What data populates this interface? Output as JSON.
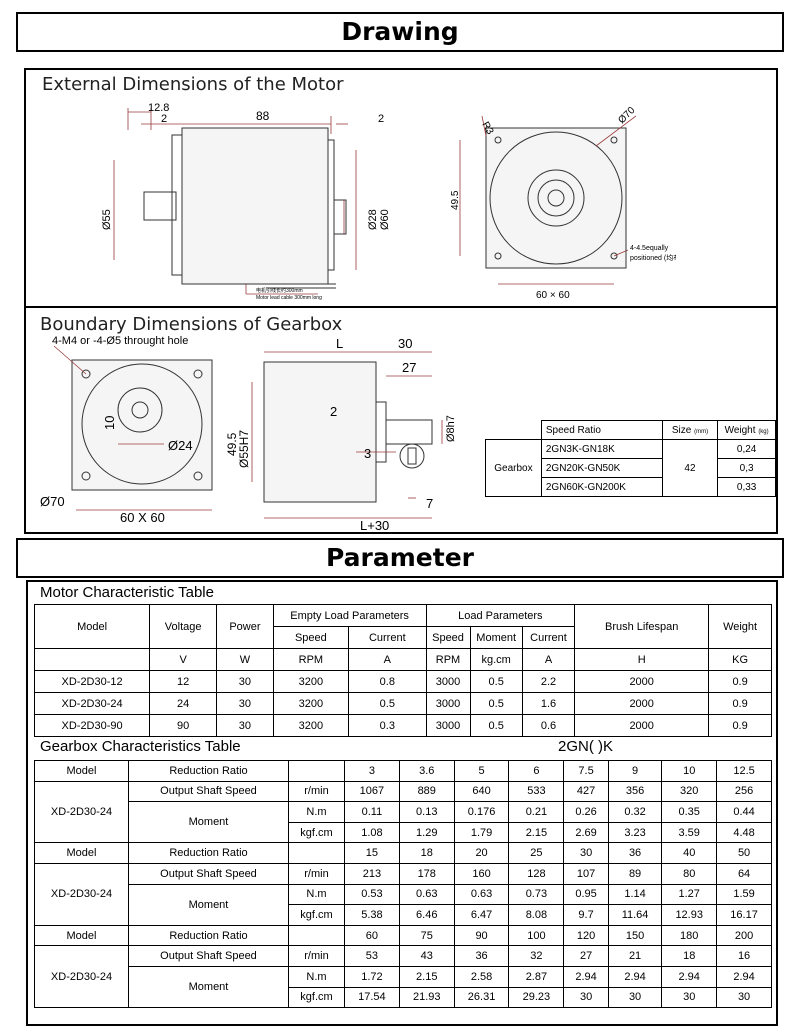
{
  "drawing": {
    "title": "Drawing",
    "external_title": "External Dimensions of the Motor",
    "gearbox_title": "Boundary Dimensions of Gearbox",
    "motor_dims": {
      "d12_8": "12.8",
      "d2a": "2",
      "d88": "88",
      "d2b": "2",
      "d55": "Ø55",
      "d28": "Ø28",
      "d60": "Ø60",
      "cable_note1": "电机引线长约300mm",
      "cable_note2": "Motor lead cable 300mm long",
      "r3": "R3",
      "d70": "Ø70",
      "d49_5": "49.5",
      "holes_note1": "4-4.5equally",
      "holes_note2": "positioned (均布)",
      "d60x60": "60 × 60"
    },
    "gear_dims": {
      "holes": "4-M4 or -4-Ø5 throught hole",
      "d10": "10",
      "d24": "Ø24",
      "d70": "Ø70",
      "d49_5": "49.5",
      "d60x60": "60 X 60",
      "d55h7": "Ø55H7",
      "L": "L",
      "d30": "30",
      "d27": "27",
      "d8h7": "Ø8h7",
      "d2": "2",
      "d3": "3",
      "d7": "7",
      "Lplus30": "L+30"
    },
    "gearbox_table": {
      "h_speed": "Speed Ratio",
      "h_size": "Size",
      "h_size_unit": "(mm)",
      "h_weight": "Weight",
      "h_weight_unit": "(kg)",
      "row_label": "Gearbox",
      "size": "42",
      "rows": [
        {
          "ratio": "2GN3K-GN18K",
          "weight": "0,24"
        },
        {
          "ratio": "2GN20K-GN50K",
          "weight": "0,3"
        },
        {
          "ratio": "2GN60K-GN200K",
          "weight": "0,33"
        }
      ]
    }
  },
  "parameter": {
    "title": "Parameter",
    "motor": {
      "title": "Motor Characteristic Table",
      "h_model": "Model",
      "h_voltage": "Voltage",
      "h_power": "Power",
      "h_empty": "Empty Load Parameters",
      "h_load": "Load Parameters",
      "h_speed": "Speed",
      "h_current": "Current",
      "h_moment": "Moment",
      "h_brush": "Brush Lifespan",
      "h_weight": "Weight",
      "units": [
        "V",
        "W",
        "RPM",
        "A",
        "RPM",
        "kg.cm",
        "A",
        "H",
        "KG"
      ],
      "rows": [
        [
          "XD-2D30-12",
          "12",
          "30",
          "3200",
          "0.8",
          "3000",
          "0.5",
          "2.2",
          "2000",
          "0.9"
        ],
        [
          "XD-2D30-24",
          "24",
          "30",
          "3200",
          "0.5",
          "3000",
          "0.5",
          "1.6",
          "2000",
          "0.9"
        ],
        [
          "XD-2D30-90",
          "90",
          "30",
          "3200",
          "0.3",
          "3000",
          "0.5",
          "0.6",
          "2000",
          "0.9"
        ]
      ]
    },
    "gearbox": {
      "title": "Gearbox Characteristics Table",
      "code": "2GN( )K",
      "model_label": "Model",
      "ratio_label": "Reduction Ratio",
      "speed_label": "Output Shaft Speed",
      "moment_label": "Moment",
      "u_rmin": "r/min",
      "u_nm": "N.m",
      "u_kgf": "kgf.cm",
      "model": "XD-2D30-24",
      "blocks": [
        {
          "ratios": [
            "3",
            "3.6",
            "5",
            "6",
            "7.5",
            "9",
            "10",
            "12.5"
          ],
          "speed": [
            "1067",
            "889",
            "640",
            "533",
            "427",
            "356",
            "320",
            "256"
          ],
          "nm": [
            "0.11",
            "0.13",
            "0.176",
            "0.21",
            "0.26",
            "0.32",
            "0.35",
            "0.44"
          ],
          "kgf": [
            "1.08",
            "1.29",
            "1.79",
            "2.15",
            "2.69",
            "3.23",
            "3.59",
            "4.48"
          ]
        },
        {
          "ratios": [
            "15",
            "18",
            "20",
            "25",
            "30",
            "36",
            "40",
            "50"
          ],
          "speed": [
            "213",
            "178",
            "160",
            "128",
            "107",
            "89",
            "80",
            "64"
          ],
          "nm": [
            "0.53",
            "0.63",
            "0.63",
            "0.73",
            "0.95",
            "1.14",
            "1.27",
            "1.59"
          ],
          "kgf": [
            "5.38",
            "6.46",
            "6.47",
            "8.08",
            "9.7",
            "11.64",
            "12.93",
            "16.17"
          ]
        },
        {
          "ratios": [
            "60",
            "75",
            "90",
            "100",
            "120",
            "150",
            "180",
            "200"
          ],
          "speed": [
            "53",
            "43",
            "36",
            "32",
            "27",
            "21",
            "18",
            "16"
          ],
          "nm": [
            "1.72",
            "2.15",
            "2.58",
            "2.87",
            "2.94",
            "2.94",
            "2.94",
            "2.94"
          ],
          "kgf": [
            "17.54",
            "21.93",
            "26.31",
            "29.23",
            "30",
            "30",
            "30",
            "30"
          ]
        }
      ]
    }
  }
}
